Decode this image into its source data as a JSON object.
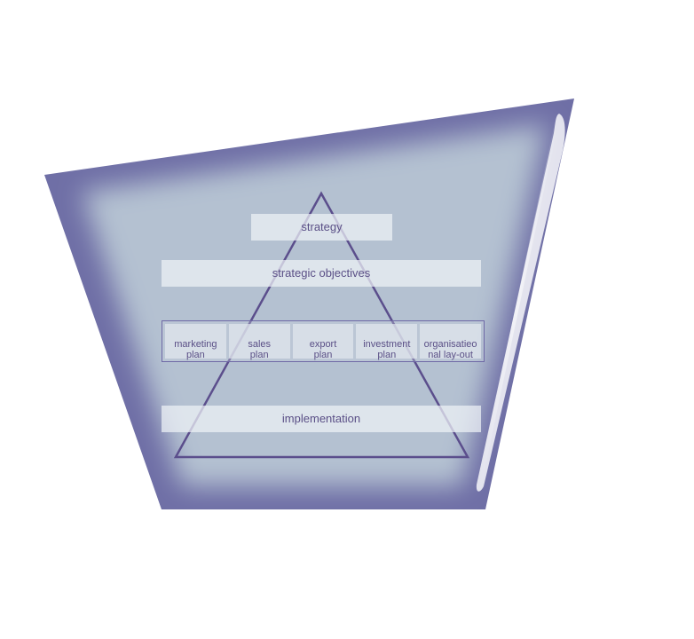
{
  "diagram": {
    "top_label": "strategy",
    "objectives_label": "strategic objectives",
    "plans": [
      {
        "line1": "marketing",
        "line2": "plan"
      },
      {
        "line1": "sales",
        "line2": "plan"
      },
      {
        "line1": "export",
        "line2": "plan"
      },
      {
        "line1": "investment",
        "line2": "plan"
      },
      {
        "line1": "organisatieo",
        "line2": "nal lay-out"
      }
    ],
    "bottom_label": "implementation"
  },
  "colors": {
    "panel_fill": "#b4c1d1",
    "panel_edge": "#6f6fa6",
    "pyramid_line": "#5b4e8c",
    "text": "#5a4f86",
    "background": "#ffffff"
  }
}
